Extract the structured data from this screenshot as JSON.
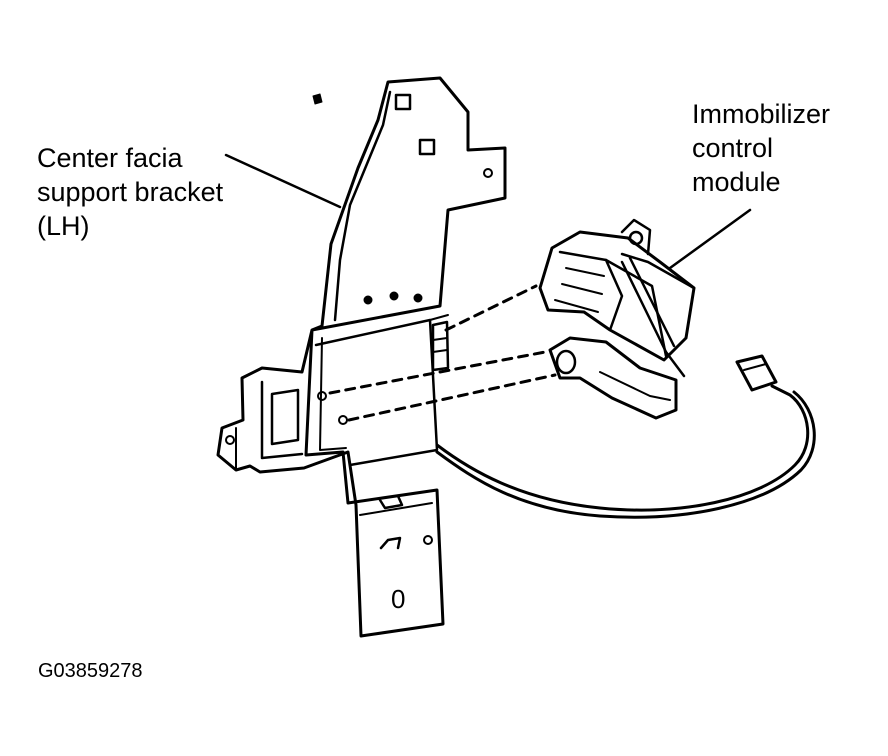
{
  "labels": {
    "bracket": [
      "Center facia",
      "support bracket",
      "(LH)"
    ],
    "module": [
      "Immobilizer",
      "control",
      "module"
    ]
  },
  "figure_code": "G03859278",
  "marks": {
    "bracket_stamp": "0"
  },
  "colors": {
    "ink": "#000000",
    "paper": "#ffffff"
  }
}
